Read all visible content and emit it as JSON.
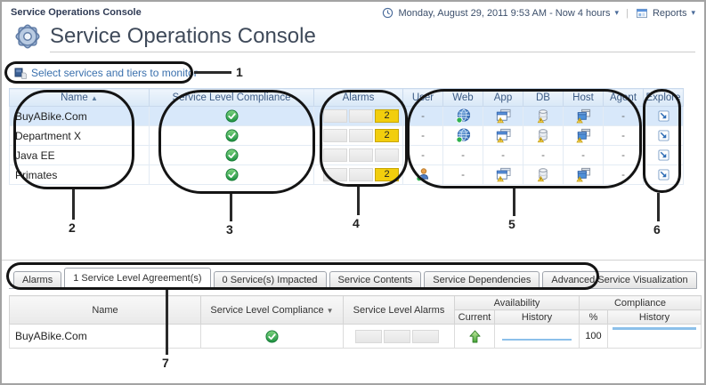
{
  "dash": "-",
  "header": {
    "breadcrumb": "Service Operations Console",
    "title": "Service Operations Console",
    "time_range": "Monday, August 29, 2011 9:53 AM - Now 4 hours",
    "divider": "|",
    "reports": "Reports"
  },
  "select_link": "Select services and tiers to monitor",
  "services_table": {
    "columns": {
      "name": "Name",
      "compliance": "Service Level Compliance",
      "alarms": "Alarms",
      "user": "User",
      "web": "Web",
      "app": "App",
      "db": "DB",
      "host": "Host",
      "agent": "Agent",
      "explore": "Explore"
    },
    "rows": [
      {
        "name": "BuyABike.Com",
        "alarm3": "2"
      },
      {
        "name": "Department X",
        "alarm3": "2"
      },
      {
        "name": "Java EE"
      },
      {
        "name": "Primates",
        "alarm3": "2"
      }
    ]
  },
  "callouts": {
    "c1": "1",
    "c2": "2",
    "c3": "3",
    "c4": "4",
    "c5": "5",
    "c6": "6",
    "c7": "7"
  },
  "tabs": {
    "alarms": "Alarms",
    "sla": "1 Service Level Agreement(s)",
    "impacted": "0 Service(s) Impacted",
    "contents": "Service Contents",
    "dependencies": "Service Dependencies",
    "advanced": "Advanced Service Visualization"
  },
  "sla_table": {
    "headers": {
      "name": "Name",
      "compliance": "Service Level Compliance",
      "alarms": "Service Level Alarms",
      "availability": "Availability",
      "current": "Current",
      "history": "History",
      "percent": "%",
      "compliance_group": "Compliance",
      "compliance_history": "History"
    },
    "row": {
      "name": "BuyABike.Com",
      "percent": "100"
    }
  },
  "colors": {
    "accent_blue": "#4a86c8",
    "alarm_yellow": "#f2ce0d",
    "ok_green": "#2e9e47",
    "selected_row": "#d8e8fa"
  }
}
